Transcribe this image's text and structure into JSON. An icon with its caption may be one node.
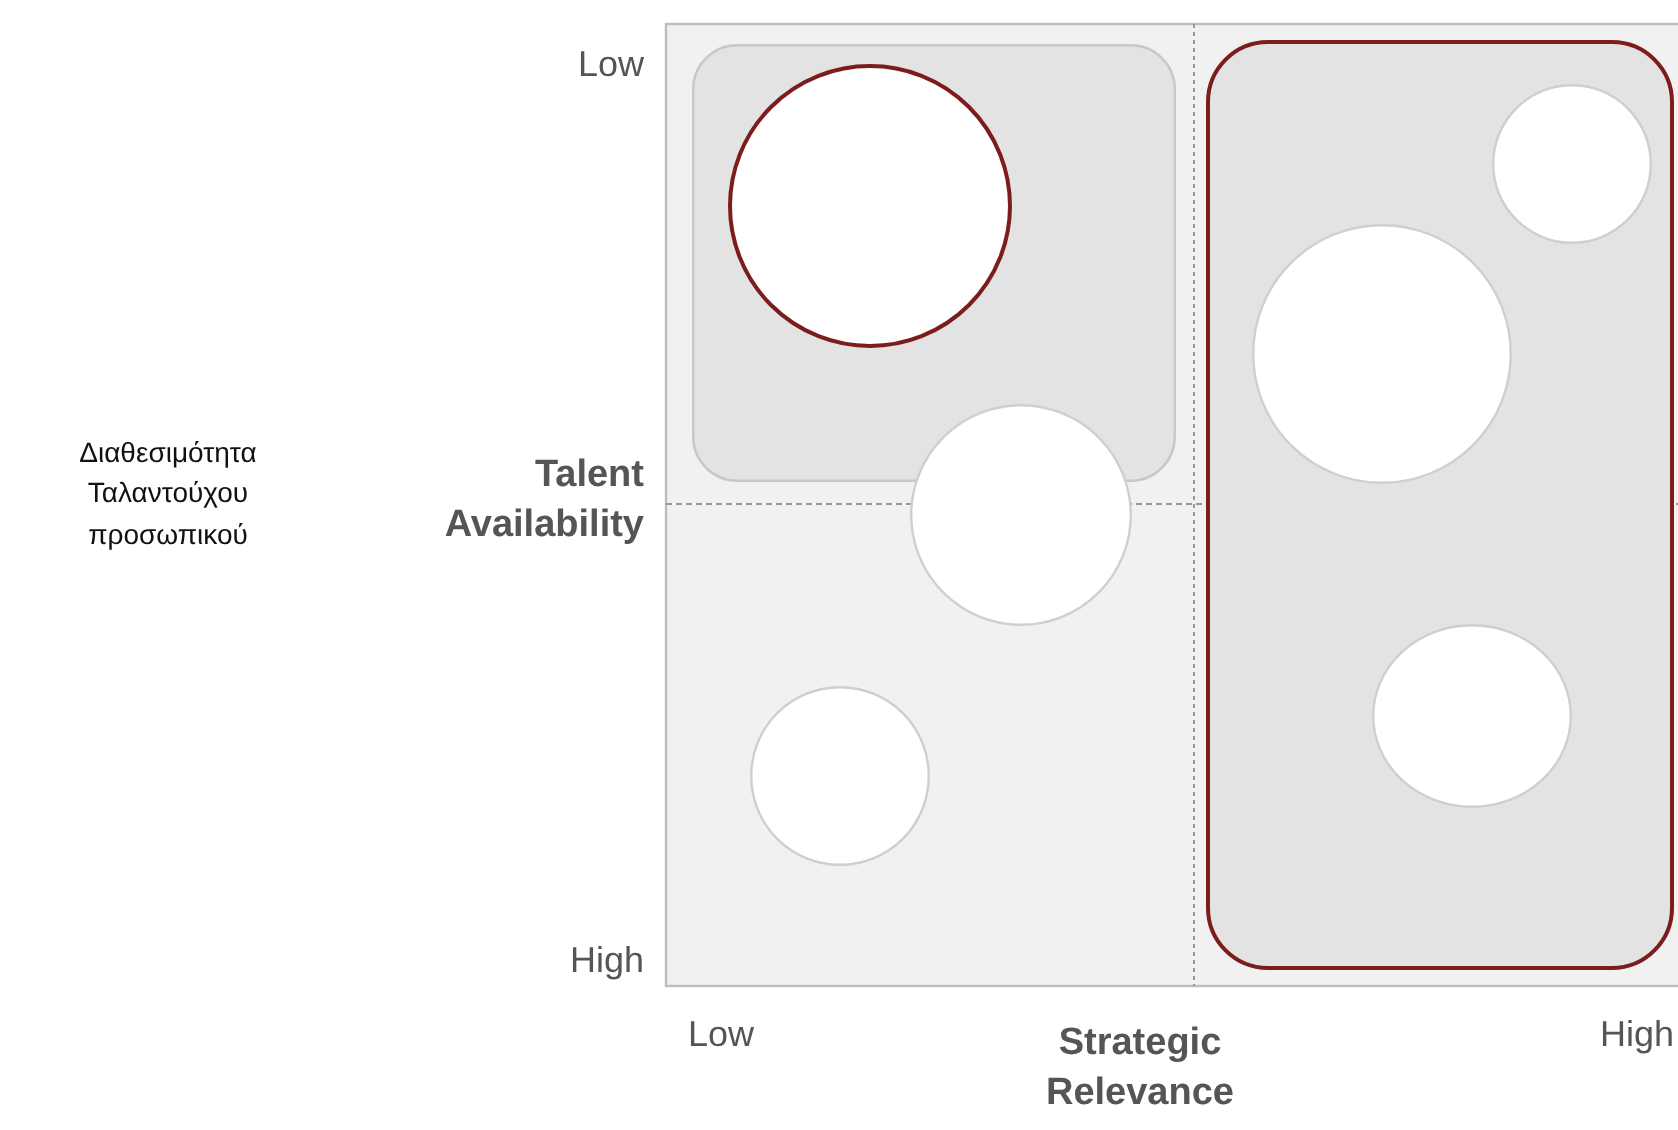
{
  "diagram": {
    "nodes": [
      {
        "text": [],
        "shape": "box"
      },
      {
        "text": [],
        "shape": "circle",
        "in": 0
      },
      {
        "text": [],
        "shape": "box"
      },
      {
        "text": [],
        "shape": "circle",
        "in": 2
      },
      {
        "text": [],
        "shape": "circle",
        "in": 2
      },
      {
        "text": [],
        "shape": "circle"
      },
      {
        "text": [],
        "shape": "circle",
        "in": 2
      },
      {
        "text": [],
        "shape": "circle"
      }
    ],
    "labels": [
      "Low",
      "Διαθεσιμότητα Ταλαντούχου προσωπικού",
      "Talent Availability",
      "High",
      "Low",
      "Strategic Relevance",
      "High"
    ]
  }
}
